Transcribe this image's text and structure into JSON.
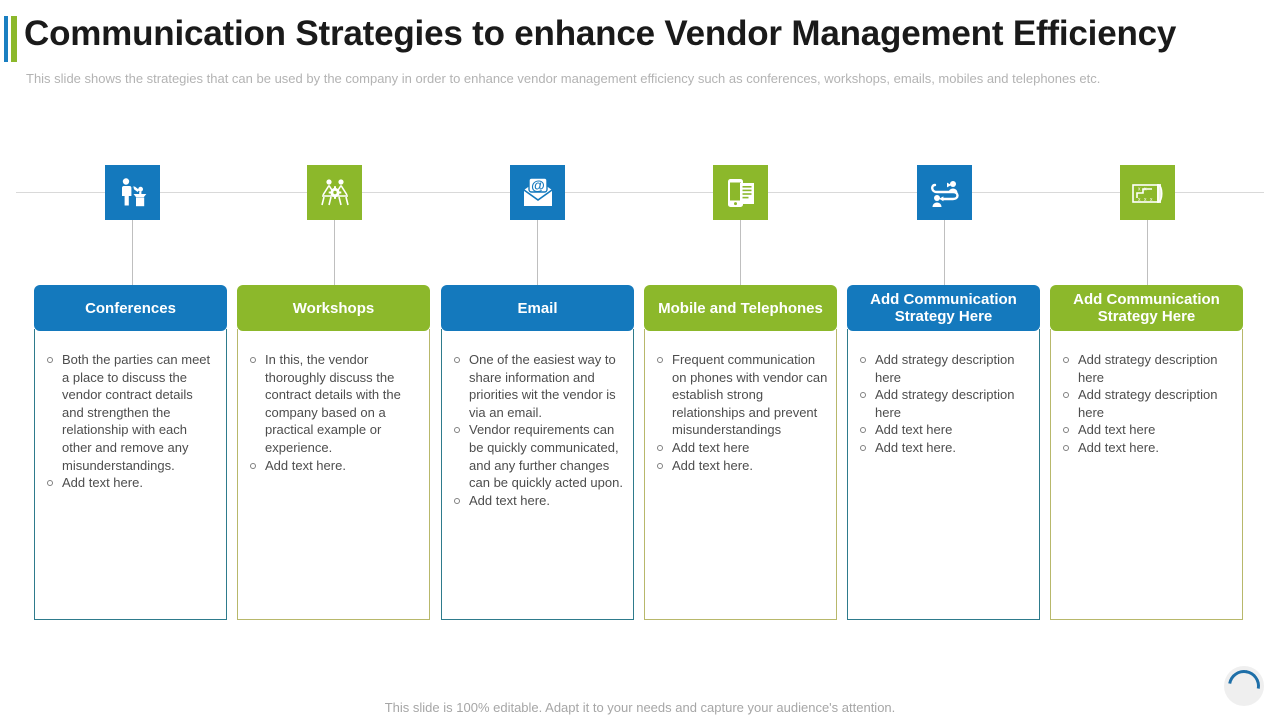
{
  "header": {
    "title": "Communication Strategies to enhance Vendor Management Efficiency",
    "subtitle": "This slide shows the strategies that can be used by the company in order to enhance vendor management efficiency such as conferences, workshops, emails, mobiles and telephones etc.",
    "accent_blue": "#1a7fc1",
    "accent_green": "#8cb82b"
  },
  "colors": {
    "blue": "#1479bd",
    "green": "#8cb82b",
    "border_blue": "#2e7b8c",
    "border_olive": "#b8b86b",
    "body_text": "#4d4d4d"
  },
  "columns": [
    {
      "icon_name": "conference-podium-icon",
      "theme": "blue",
      "title": "Conferences",
      "bullets": [
        "Both the parties can meet a place to discuss the vendor contract details and strengthen the relationship with each other and remove any misunderstandings.",
        "Add text here."
      ]
    },
    {
      "icon_name": "workshop-gear-people-icon",
      "theme": "green",
      "title": "Workshops",
      "bullets": [
        "In this, the vendor thoroughly discuss the contract details with the company based on a practical example or experience.",
        "Add text here."
      ]
    },
    {
      "icon_name": "email-envelope-at-icon",
      "theme": "blue",
      "title": "Email",
      "bullets": [
        "One of the easiest way to share information and priorities wit the vendor is via an email.",
        "Vendor requirements can be quickly communicated, and any further changes can be quickly acted upon.",
        "Add text here."
      ]
    },
    {
      "icon_name": "mobile-phone-document-icon",
      "theme": "green",
      "title": "Mobile and Telephones",
      "bullets": [
        "Frequent communication on phones with vendor can establish strong relationships and prevent misunderstandings",
        "Add text here",
        "Add text here."
      ]
    },
    {
      "icon_name": "two-people-exchange-icon",
      "theme": "blue",
      "title": "Add Communication Strategy Here",
      "bullets": [
        "Add strategy description here",
        "Add strategy description here",
        "Add text here",
        "Add text here."
      ]
    },
    {
      "icon_name": "strategy-blueprint-icon",
      "theme": "green",
      "title": "Add Communication Strategy Here",
      "bullets": [
        "Add strategy description here",
        "Add strategy description here",
        "Add text here",
        "Add text here."
      ]
    }
  ],
  "footer": {
    "note": "This slide is 100% editable. Adapt it to your needs and capture your audience's attention.",
    "spinner_name": "loading-spinner"
  }
}
